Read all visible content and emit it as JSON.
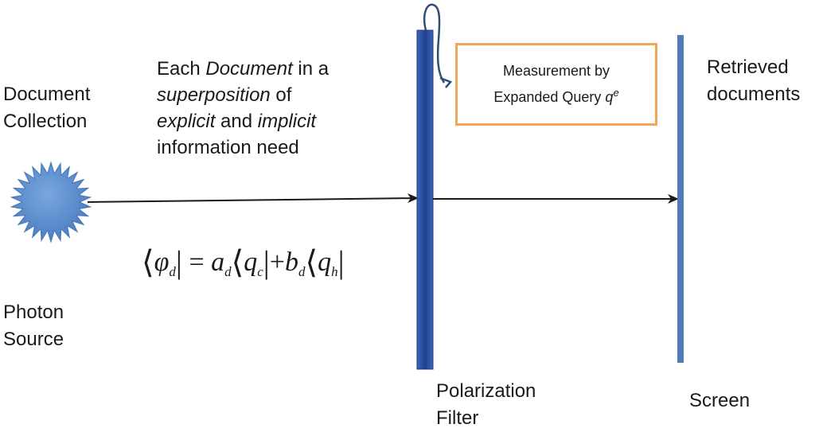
{
  "labels": {
    "document_collection": [
      "Document",
      "Collection"
    ],
    "photon_source": [
      "Photon",
      "Source"
    ],
    "retrieved_documents": [
      "Retrieved",
      "documents"
    ],
    "polarization_filter": [
      "Polarization",
      "Filter"
    ],
    "screen": "Screen"
  },
  "description": {
    "line1_a": "Each ",
    "line1_em": "Document",
    "line1_b": " in a",
    "line2_em": "superposition",
    "line2_b": " of",
    "line3_em1": "explicit",
    "line3_mid": " and ",
    "line3_em2": "implicit",
    "line4": "information need"
  },
  "measurement_box": {
    "line1": "Measurement by",
    "line2": "Expanded Query ",
    "query_symbol": "q",
    "query_superscript": "e"
  },
  "formula": {
    "phi": "φ",
    "d": "d",
    "equals": "=",
    "a": "a",
    "q": "q",
    "c": "c",
    "plus": "+",
    "b": "b",
    "h": "h"
  },
  "colors": {
    "filter_bar": "#2e56a6",
    "screen_bar": "#4f7cb8",
    "source_star": "#5b8fd0",
    "box_border": "#f2a65a",
    "arrow": "#1a1a1a",
    "curve": "#2f4f73"
  }
}
